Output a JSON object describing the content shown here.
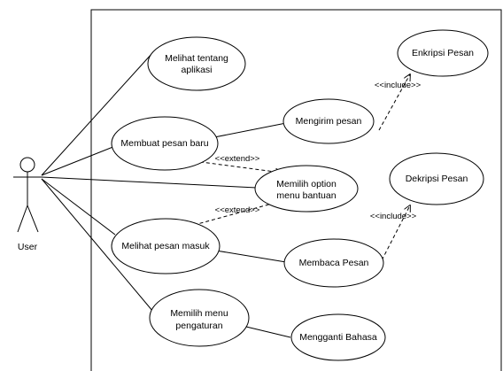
{
  "actor": {
    "name": "User"
  },
  "use_cases": {
    "melihat_tentang": [
      "Melihat tentang",
      "aplikasi"
    ],
    "membuat_pesan": [
      "Membuat pesan baru"
    ],
    "melihat_pesan": [
      "Melihat pesan masuk"
    ],
    "memilih_menu": [
      "Memilih menu",
      "pengaturan"
    ],
    "mengirim_pesan": [
      "Mengirim pesan"
    ],
    "memilih_option": [
      "Memilih option",
      "menu bantuan"
    ],
    "membaca_pesan": [
      "Membaca Pesan"
    ],
    "mengganti_bahasa": [
      "Mengganti Bahasa"
    ],
    "enkripsi_pesan": [
      "Enkripsi Pesan"
    ],
    "dekripsi_pesan": [
      "Dekripsi Pesan"
    ]
  },
  "relations": {
    "include_1": "<<include>>",
    "include_2": "<<include>>",
    "extend_1": "<<extend>>",
    "extend_2": "<<extend>>"
  }
}
